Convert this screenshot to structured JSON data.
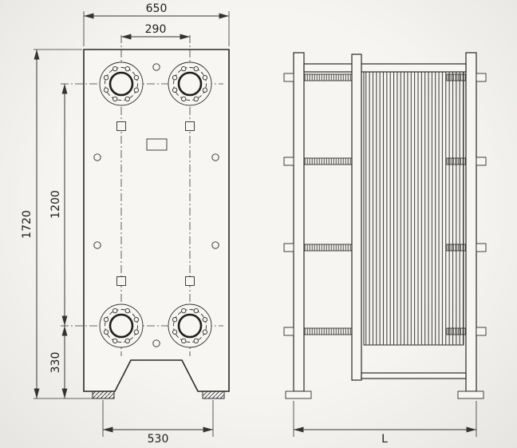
{
  "dimensions": {
    "front": {
      "overall_width": "650",
      "port_spacing_horizontal": "290",
      "overall_height": "1720",
      "port_spacing_vertical": "1200",
      "base_height": "330",
      "feet_spacing": "530"
    },
    "side": {
      "length": "L"
    }
  },
  "colors": {
    "background": "#f2f1ed",
    "line": "#2e2e2e",
    "fill": "#f7f6f4"
  }
}
